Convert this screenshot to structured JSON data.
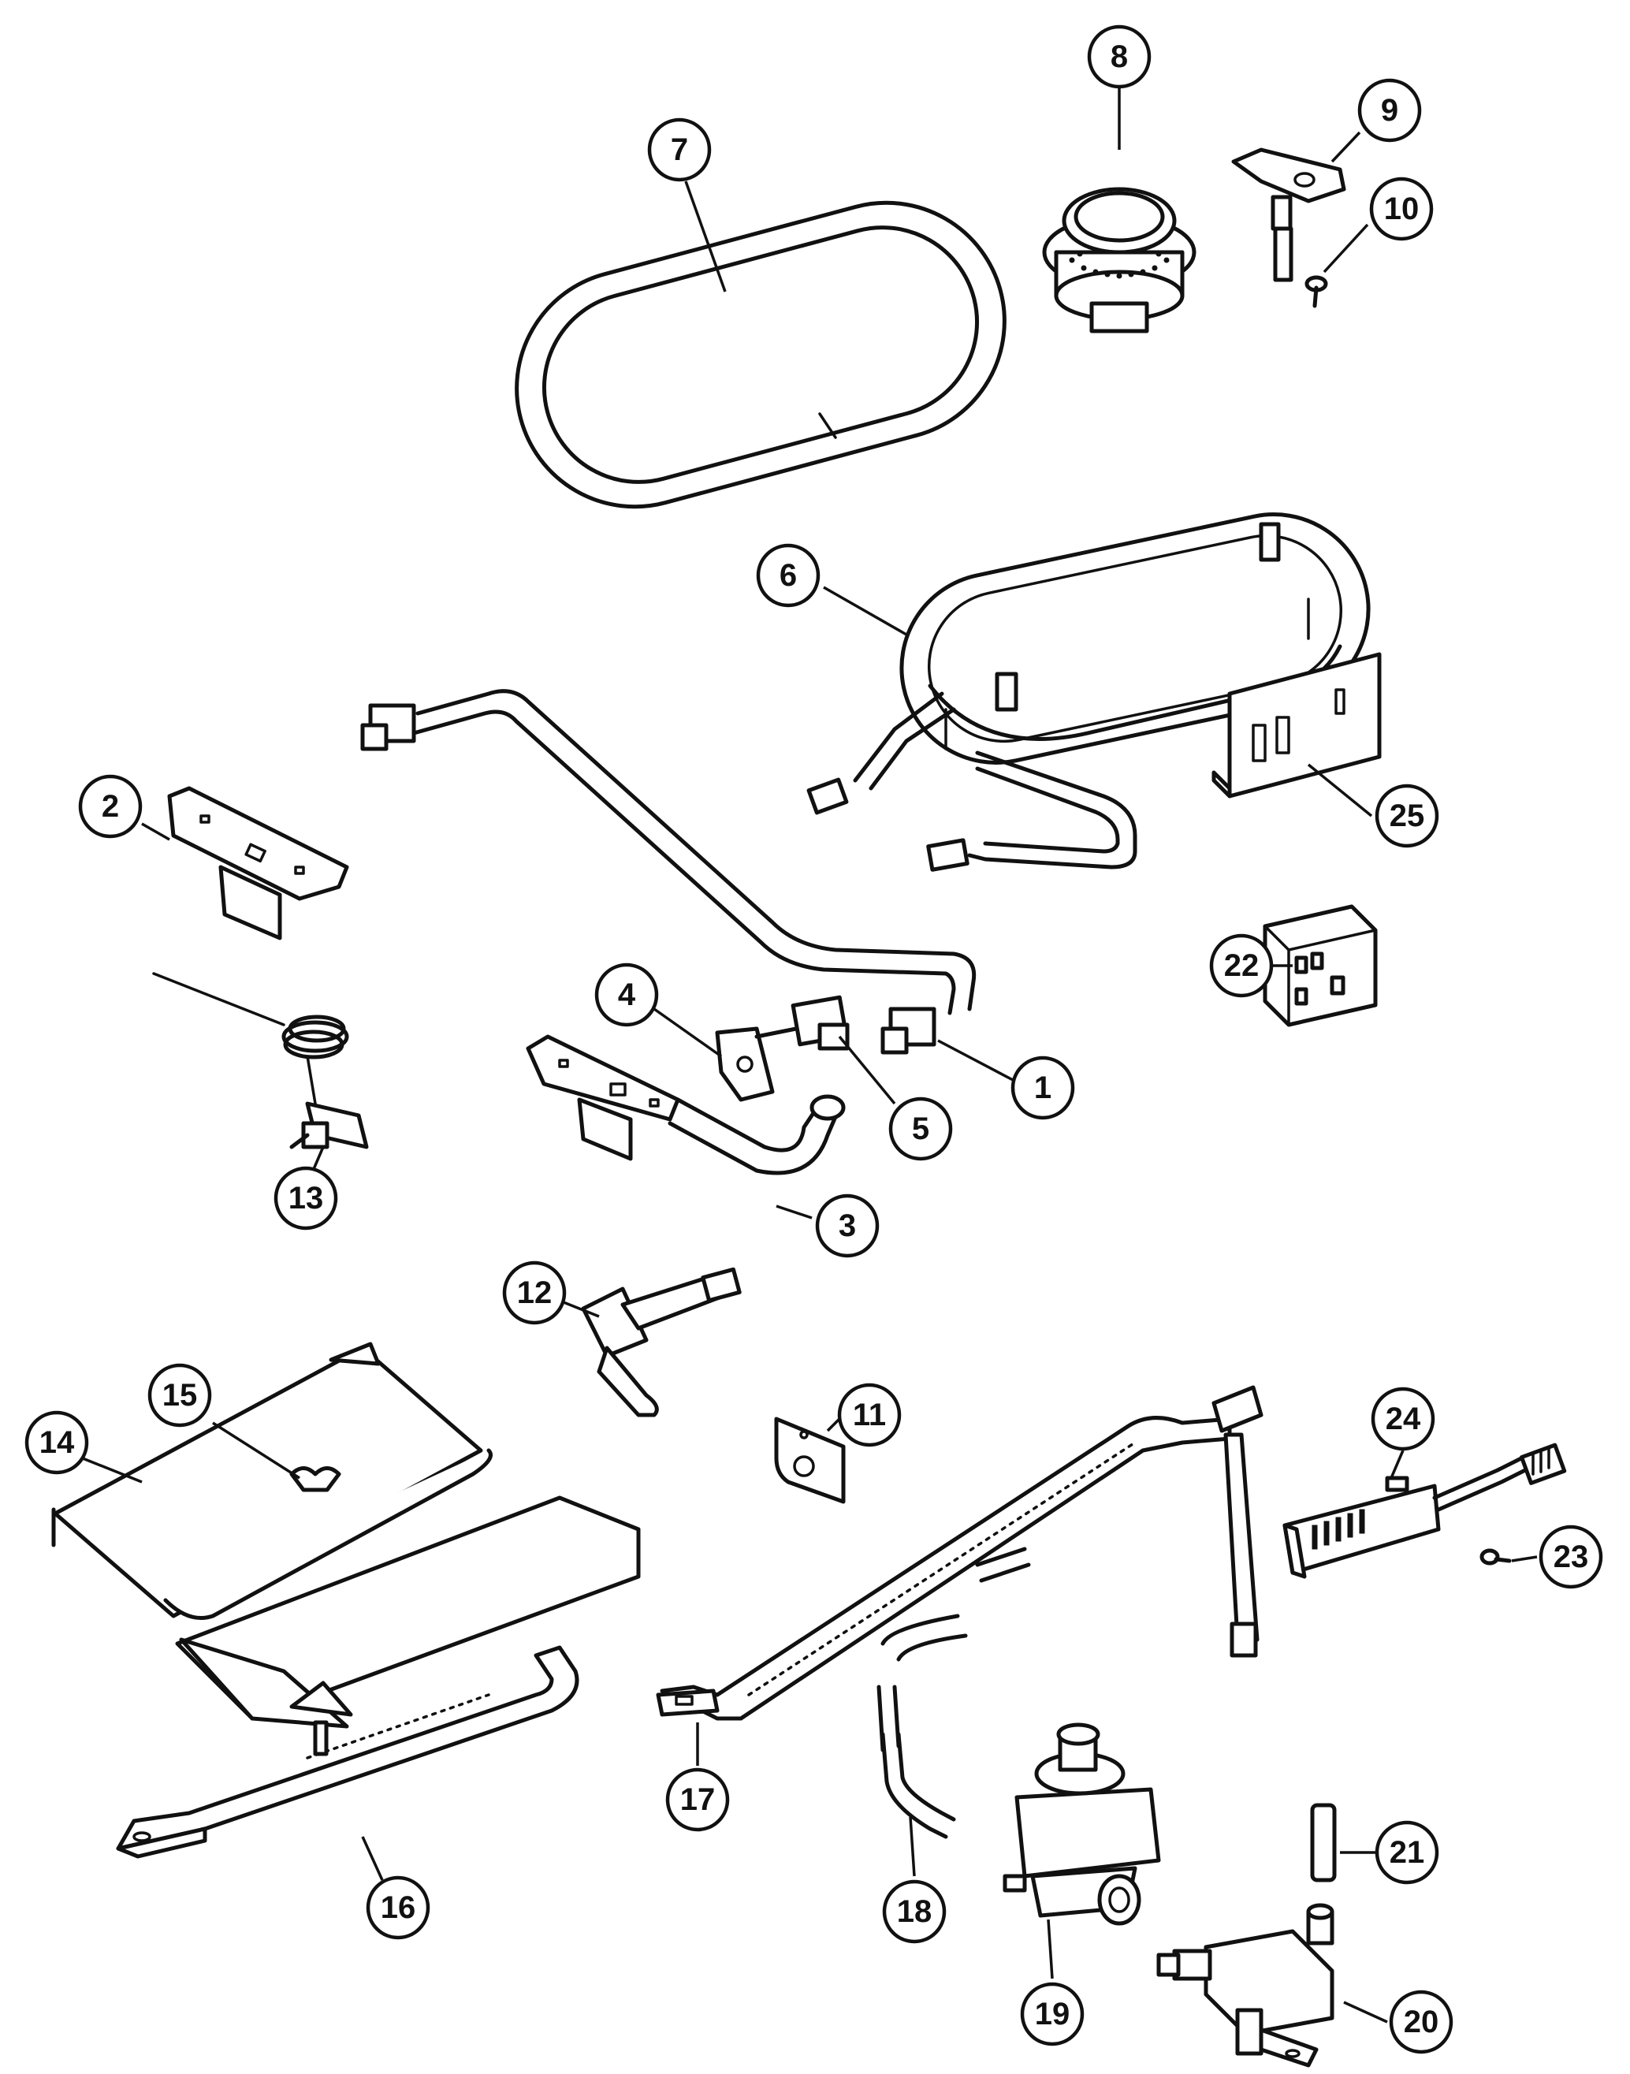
{
  "callouts": [
    {
      "id": "1",
      "part": "valve-fitting-right"
    },
    {
      "id": "2",
      "part": "burner-bracket-upper"
    },
    {
      "id": "3",
      "part": "burner-tube-bracket"
    },
    {
      "id": "4",
      "part": "clip"
    },
    {
      "id": "5",
      "part": "valve-fitting-left"
    },
    {
      "id": "6",
      "part": "burner-pan"
    },
    {
      "id": "7",
      "part": "oval-grate-ring"
    },
    {
      "id": "8",
      "part": "burner-head"
    },
    {
      "id": "9",
      "part": "igniter-bracket"
    },
    {
      "id": "10",
      "part": "screw-small"
    },
    {
      "id": "11",
      "part": "bracket-plate"
    },
    {
      "id": "12",
      "part": "orifice-holder"
    },
    {
      "id": "13",
      "part": "thermostat"
    },
    {
      "id": "14",
      "part": "baffle-top"
    },
    {
      "id": "15",
      "part": "wing-nut"
    },
    {
      "id": "16",
      "part": "broil-burner-tube"
    },
    {
      "id": "17",
      "part": "bake-burner"
    },
    {
      "id": "18",
      "part": "gas-tube"
    },
    {
      "id": "19",
      "part": "pressure-regulator"
    },
    {
      "id": "20",
      "part": "safety-valve"
    },
    {
      "id": "21",
      "part": "tube-short"
    },
    {
      "id": "22",
      "part": "spark-module"
    },
    {
      "id": "23",
      "part": "screw"
    },
    {
      "id": "24",
      "part": "igniter"
    },
    {
      "id": "25",
      "part": "mounting-bracket"
    }
  ]
}
